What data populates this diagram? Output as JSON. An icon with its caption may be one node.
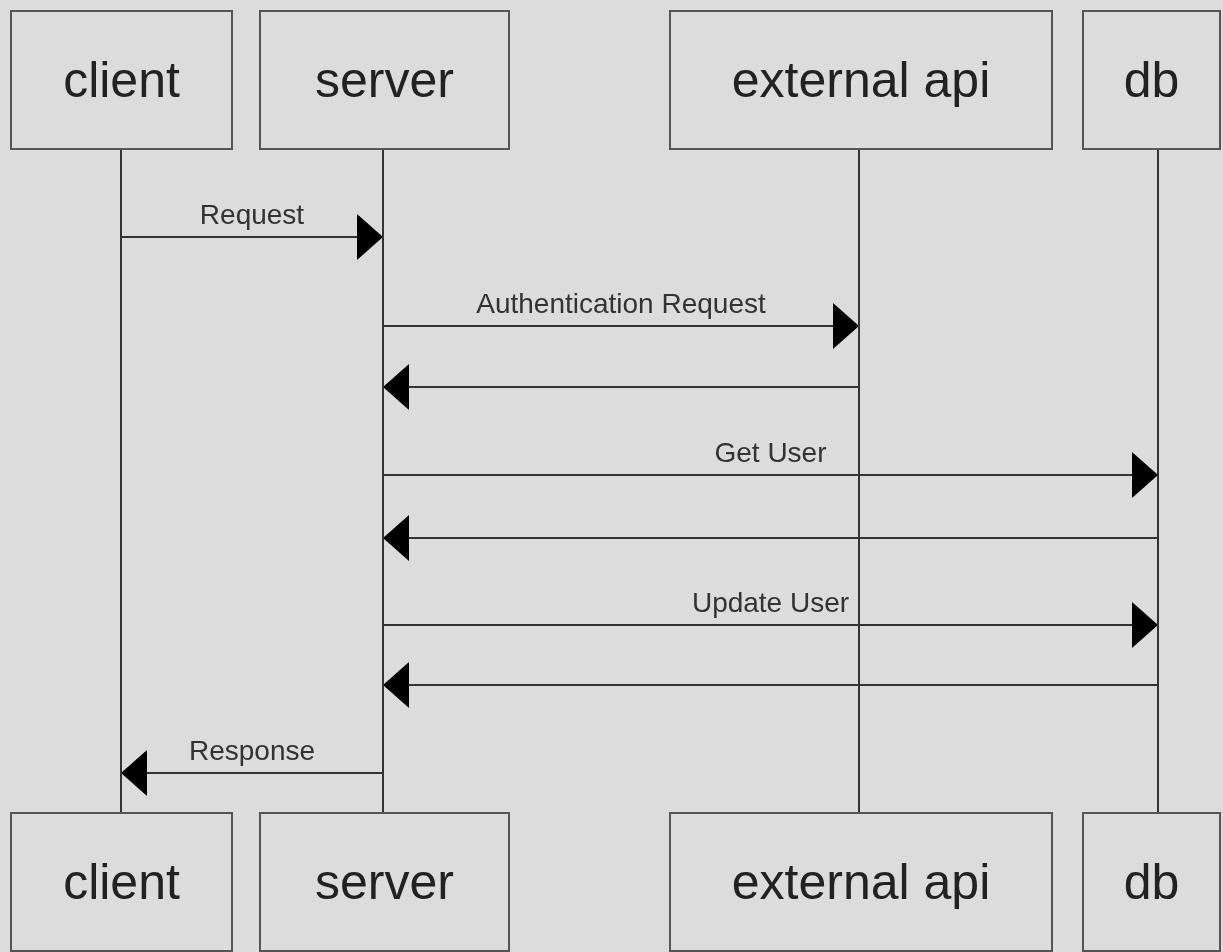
{
  "diagram": {
    "nodes": [
      {
        "text": [
          "client"
        ]
      },
      {
        "text": [
          "server"
        ]
      },
      {
        "text": [
          "external api"
        ]
      },
      {
        "text": [
          "db"
        ]
      },
      {
        "text": [],
        "shape": "bar"
      },
      {
        "text": [],
        "shape": "bar"
      },
      {
        "text": [],
        "shape": "bar"
      },
      {
        "text": [],
        "shape": "bar"
      },
      {
        "text": [
          "client"
        ]
      },
      {
        "text": [
          "server"
        ]
      },
      {
        "text": [
          "external api"
        ]
      },
      {
        "text": [
          "db"
        ]
      }
    ],
    "edges": [
      {
        "from": 4,
        "to": 5,
        "arrow": "to",
        "label": "Request"
      },
      {
        "from": 5,
        "to": 6,
        "arrow": "to",
        "label": "Authentication Request"
      },
      {
        "from": 6,
        "to": 5,
        "arrow": "to"
      },
      {
        "from": 5,
        "to": 7,
        "arrow": "to",
        "label": "Get User"
      },
      {
        "from": 7,
        "to": 5,
        "arrow": "to"
      },
      {
        "from": 5,
        "to": 7,
        "arrow": "to",
        "label": "Update User"
      },
      {
        "from": 7,
        "to": 5,
        "arrow": "to"
      },
      {
        "from": 5,
        "to": 4,
        "arrow": "to",
        "label": "Response"
      }
    ]
  }
}
